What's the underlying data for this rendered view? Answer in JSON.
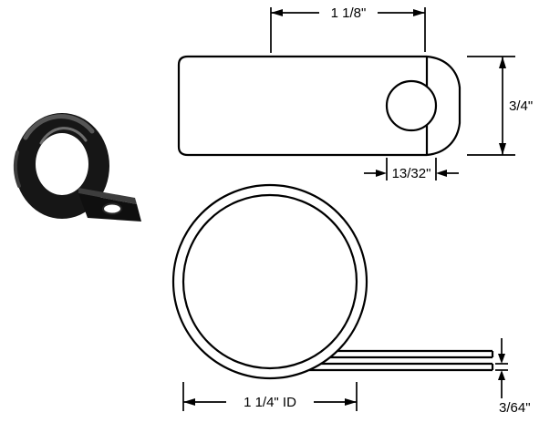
{
  "drawing": {
    "dims": {
      "overall_width": "1 1/8\"",
      "overall_height": "3/4\"",
      "hole_diameter": "13/32\"",
      "inner_diameter": "1 1/4\" ID",
      "material_thickness": "3/64\""
    },
    "colors": {
      "background": "#ffffff",
      "line": "#000000",
      "clamp_body": "#161616"
    }
  }
}
